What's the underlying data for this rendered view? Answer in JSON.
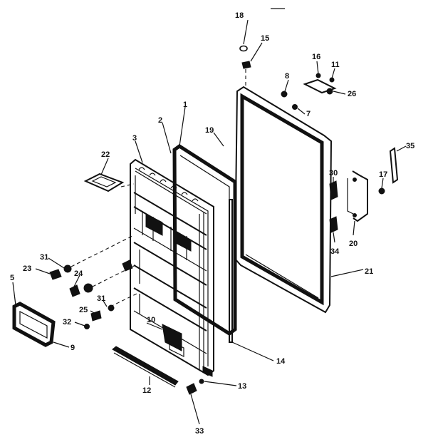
{
  "labels": {
    "p1": "1",
    "p2": "2",
    "p3": "3",
    "p5": "5",
    "p7": "7",
    "p8": "8",
    "p9": "9",
    "p10": "10",
    "p11": "11",
    "p12": "12",
    "p13": "13",
    "p14": "14",
    "p15": "15",
    "p16": "16",
    "p17": "17",
    "p18": "18",
    "p19": "19",
    "p20": "20",
    "p21": "21",
    "p22": "22",
    "p23": "23",
    "p24": "24",
    "p25": "25",
    "p26": "26",
    "p30": "30",
    "p31a": "31",
    "p31b": "31",
    "p32": "32",
    "p33": "33",
    "p34": "34",
    "p35": "35"
  },
  "colors": {
    "ink": "#111111",
    "paper": "#ffffff"
  }
}
